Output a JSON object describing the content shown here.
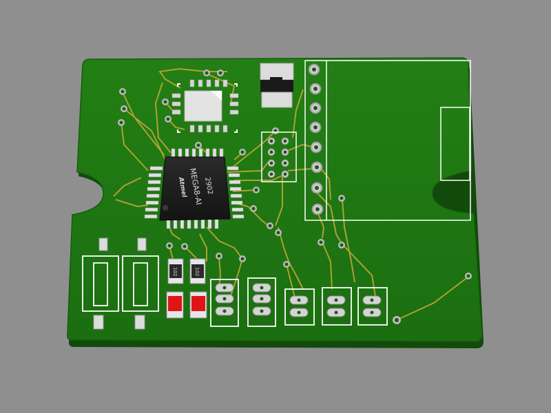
{
  "scene": {
    "description_colors": {
      "background": "#8f8f8f",
      "board": "#1f7a12",
      "trace": "#d4b040",
      "silkscreen": "#ffffff",
      "pad": "#cfcfcf",
      "chip": "#1a1a1a",
      "led": "#e01515"
    }
  },
  "mcu": {
    "logo": "Atmel",
    "part": "MEGA8-AI",
    "date_code": "2902"
  },
  "resistors": [
    {
      "marking": "102"
    },
    {
      "marking": "102"
    }
  ]
}
